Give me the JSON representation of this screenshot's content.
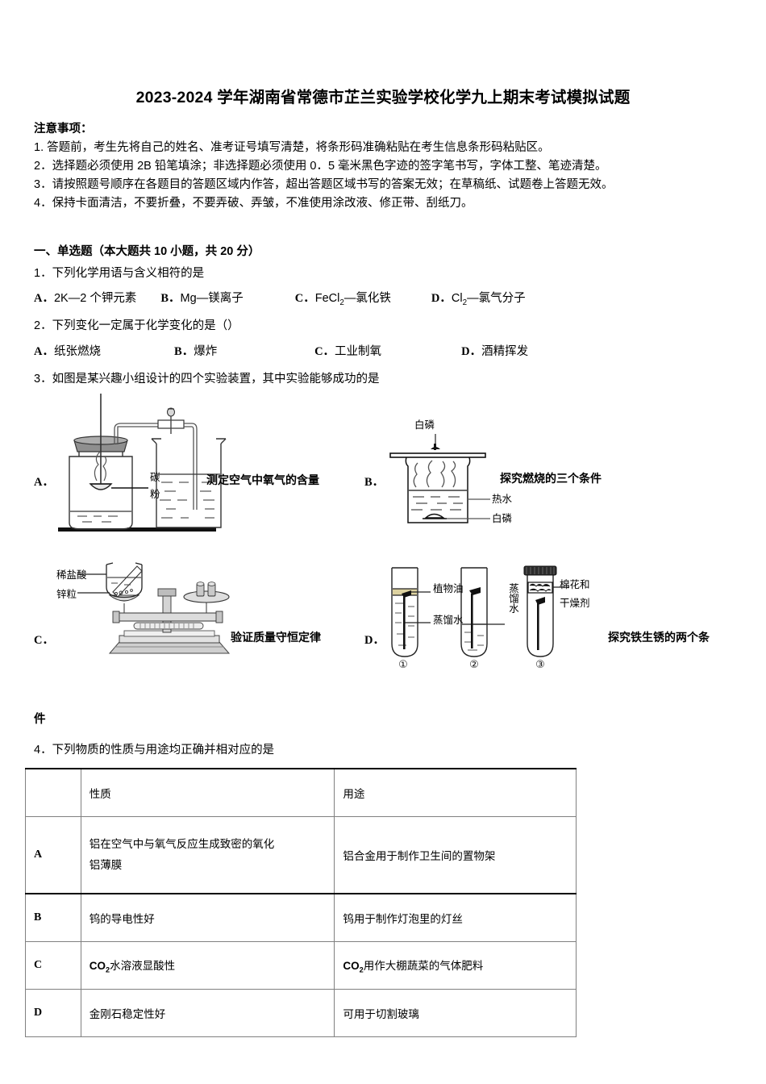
{
  "document": {
    "title": "2023-2024 学年湖南省常德市芷兰实验学校化学九上期末考试模拟试题",
    "notice_heading": "注意事项：",
    "notice_items": [
      "1.  答题前，考生先将自己的姓名、准考证号填写清楚，将条形码准确粘贴在考生信息条形码粘贴区。",
      "2．选择题必须使用 2B 铅笔填涂；非选择题必须使用 0．5 毫米黑色字迹的签字笔书写，字体工整、笔迹清楚。",
      "3．请按照题号顺序在各题目的答题区域内作答，超出答题区域书写的答案无效；在草稿纸、试题卷上答题无效。",
      "4．保持卡面清洁，不要折叠，不要弄破、弄皱，不准使用涂改液、修正带、刮纸刀。"
    ],
    "section_heading": "一、单选题（本大题共 10 小题，共 20 分）"
  },
  "q1": {
    "stem": "1．下列化学用语与含义相符的是",
    "options": [
      {
        "label": "A．",
        "text_pre": "2K—2 个钾元素"
      },
      {
        "label": "B．",
        "text_pre": "Mg—镁离子"
      },
      {
        "label": "C．",
        "formula": "FeCl",
        "sub": "2",
        "text_post": "—氯化铁"
      },
      {
        "label": "D．",
        "formula": "Cl",
        "sub": "2",
        "text_post": "—氯气分子"
      }
    ]
  },
  "q2": {
    "stem": "2．下列变化一定属于化学变化的是（）",
    "options": [
      {
        "label": "A．",
        "text": "纸张燃烧"
      },
      {
        "label": "B．",
        "text": "爆炸"
      },
      {
        "label": "C．",
        "text": "工业制氧"
      },
      {
        "label": "D．",
        "text": "酒精挥发"
      }
    ]
  },
  "q3": {
    "stem": "3．如图是某兴趣小组设计的四个实验装置，其中实验能够成功的是",
    "continuation": "件",
    "figures": [
      {
        "option_label": "A．",
        "caption": "测定空气中氧气的含量",
        "labels": [
          "碳",
          "粉"
        ],
        "parts": [
          "gas-jar",
          "rubber-stopper",
          "combustion-spoon",
          "glass-tube",
          "pinch-clamp",
          "beaker",
          "water"
        ]
      },
      {
        "option_label": "B．",
        "caption": "探究燃烧的三个条件",
        "labels": [
          "白磷",
          "热水",
          "白磷"
        ],
        "parts": [
          "metal-plate",
          "beaker",
          "hot-water",
          "white-phosphorus"
        ]
      },
      {
        "option_label": "C．",
        "caption": "验证质量守恒定律",
        "labels": [
          "稀盐酸",
          "锌粒"
        ],
        "parts": [
          "balance",
          "beaker",
          "weights",
          "pan"
        ]
      },
      {
        "option_label": "D．",
        "caption": "探究铁生锈的两个条",
        "labels": [
          "植物油",
          "蒸馏水",
          "蒸馏水",
          "棉花和",
          "干燥剂"
        ],
        "tube_numbers": [
          "①",
          "②",
          "③"
        ],
        "parts": [
          "test-tube",
          "iron-nail",
          "oil-layer",
          "stopper",
          "cotton-desiccant"
        ]
      }
    ]
  },
  "q4": {
    "stem": "4．下列物质的性质与用途均正确并相对应的是",
    "table": {
      "headers": [
        "",
        "性质",
        "用途"
      ],
      "rows": [
        {
          "label": "A",
          "property_lines": [
            "铝在空气中与氧气反应生成致密的氧化",
            "铝薄膜"
          ],
          "use": "铝合金用于制作卫生间的置物架"
        },
        {
          "label": "B",
          "property_lines": [
            "钨的导电性好"
          ],
          "use": "钨用于制作灯泡里的灯丝"
        },
        {
          "label": "C",
          "property_prefix": "CO",
          "property_sub": "2",
          "property_suffix": "水溶液显酸性",
          "use_prefix": "CO",
          "use_sub": "2",
          "use_suffix": "用作大棚蔬菜的气体肥料"
        },
        {
          "label": "D",
          "property_lines": [
            "金刚石稳定性好"
          ],
          "use": "可用于切割玻璃"
        }
      ]
    }
  },
  "colors": {
    "ink": "#000000",
    "table_border": "#808080",
    "table_border_thick": "#000000",
    "oil_layer": "#ddd2a0",
    "glass_grey": "#888888",
    "metal_grey": "#b8b8b8"
  }
}
